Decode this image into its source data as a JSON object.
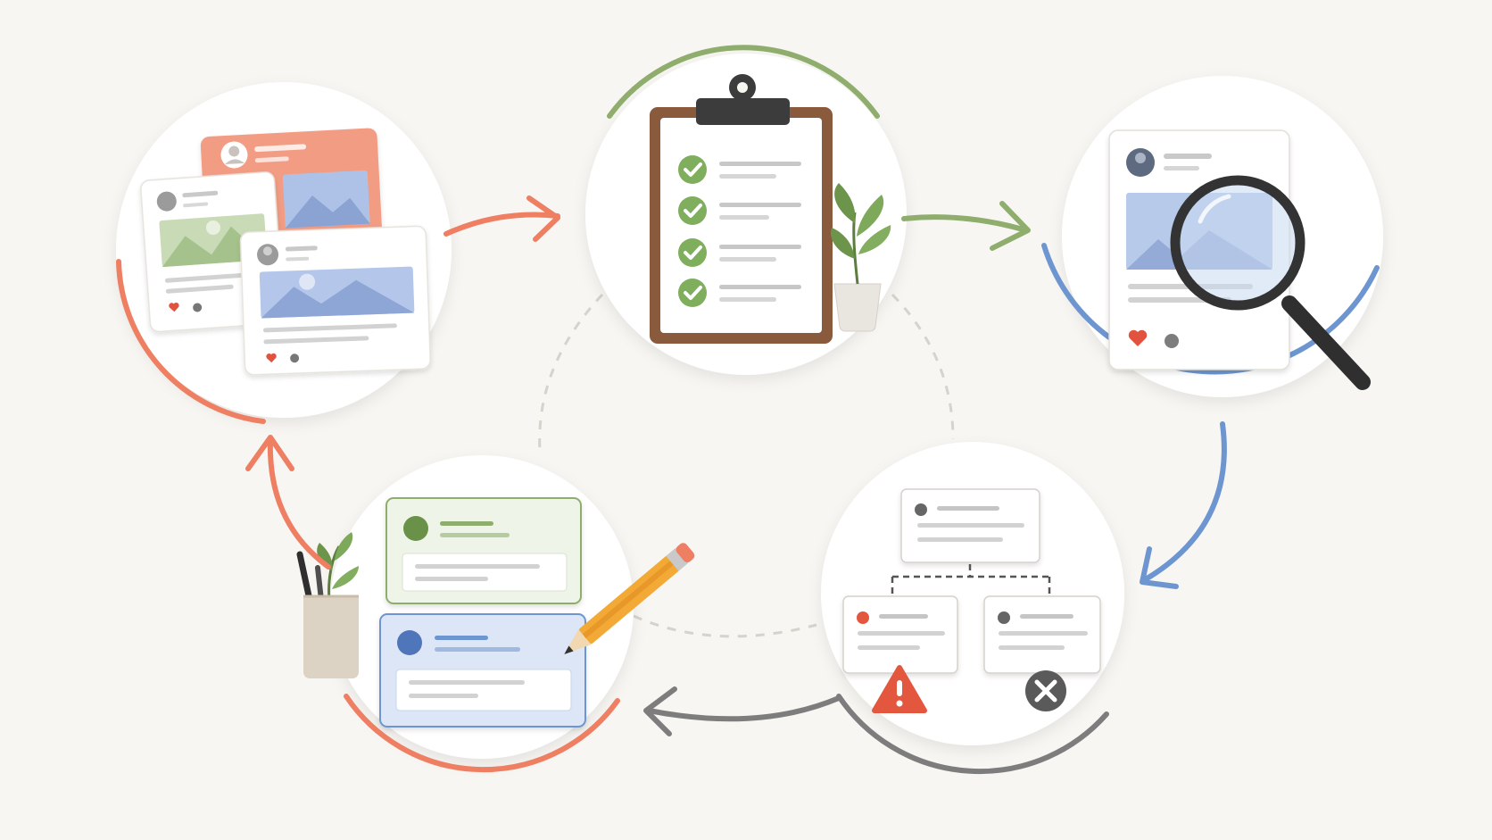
{
  "diagram": {
    "type": "cycle",
    "stages": [
      {
        "id": "posts",
        "icon": "social-posts-icon",
        "accent": "#ee7f63"
      },
      {
        "id": "checklist",
        "icon": "clipboard-checklist-icon",
        "accent": "#8fad6d"
      },
      {
        "id": "review",
        "icon": "magnifier-review-icon",
        "accent": "#6d96d0"
      },
      {
        "id": "triage",
        "icon": "hierarchy-triage-icon",
        "accent": "#7d7d7d"
      },
      {
        "id": "edit",
        "icon": "edit-draft-icon",
        "accent": "#ee7f63"
      }
    ],
    "colors": {
      "background": "#f8f6f2",
      "circle_fill": "#ffffff",
      "coral": "#ee7f63",
      "green": "#8fad6d",
      "blue": "#6d96d0",
      "gray": "#7d7d7d",
      "paper_blue": "#a9bfe6",
      "paper_green": "#b8d1a1",
      "dashed": "#d6d3cd"
    }
  }
}
